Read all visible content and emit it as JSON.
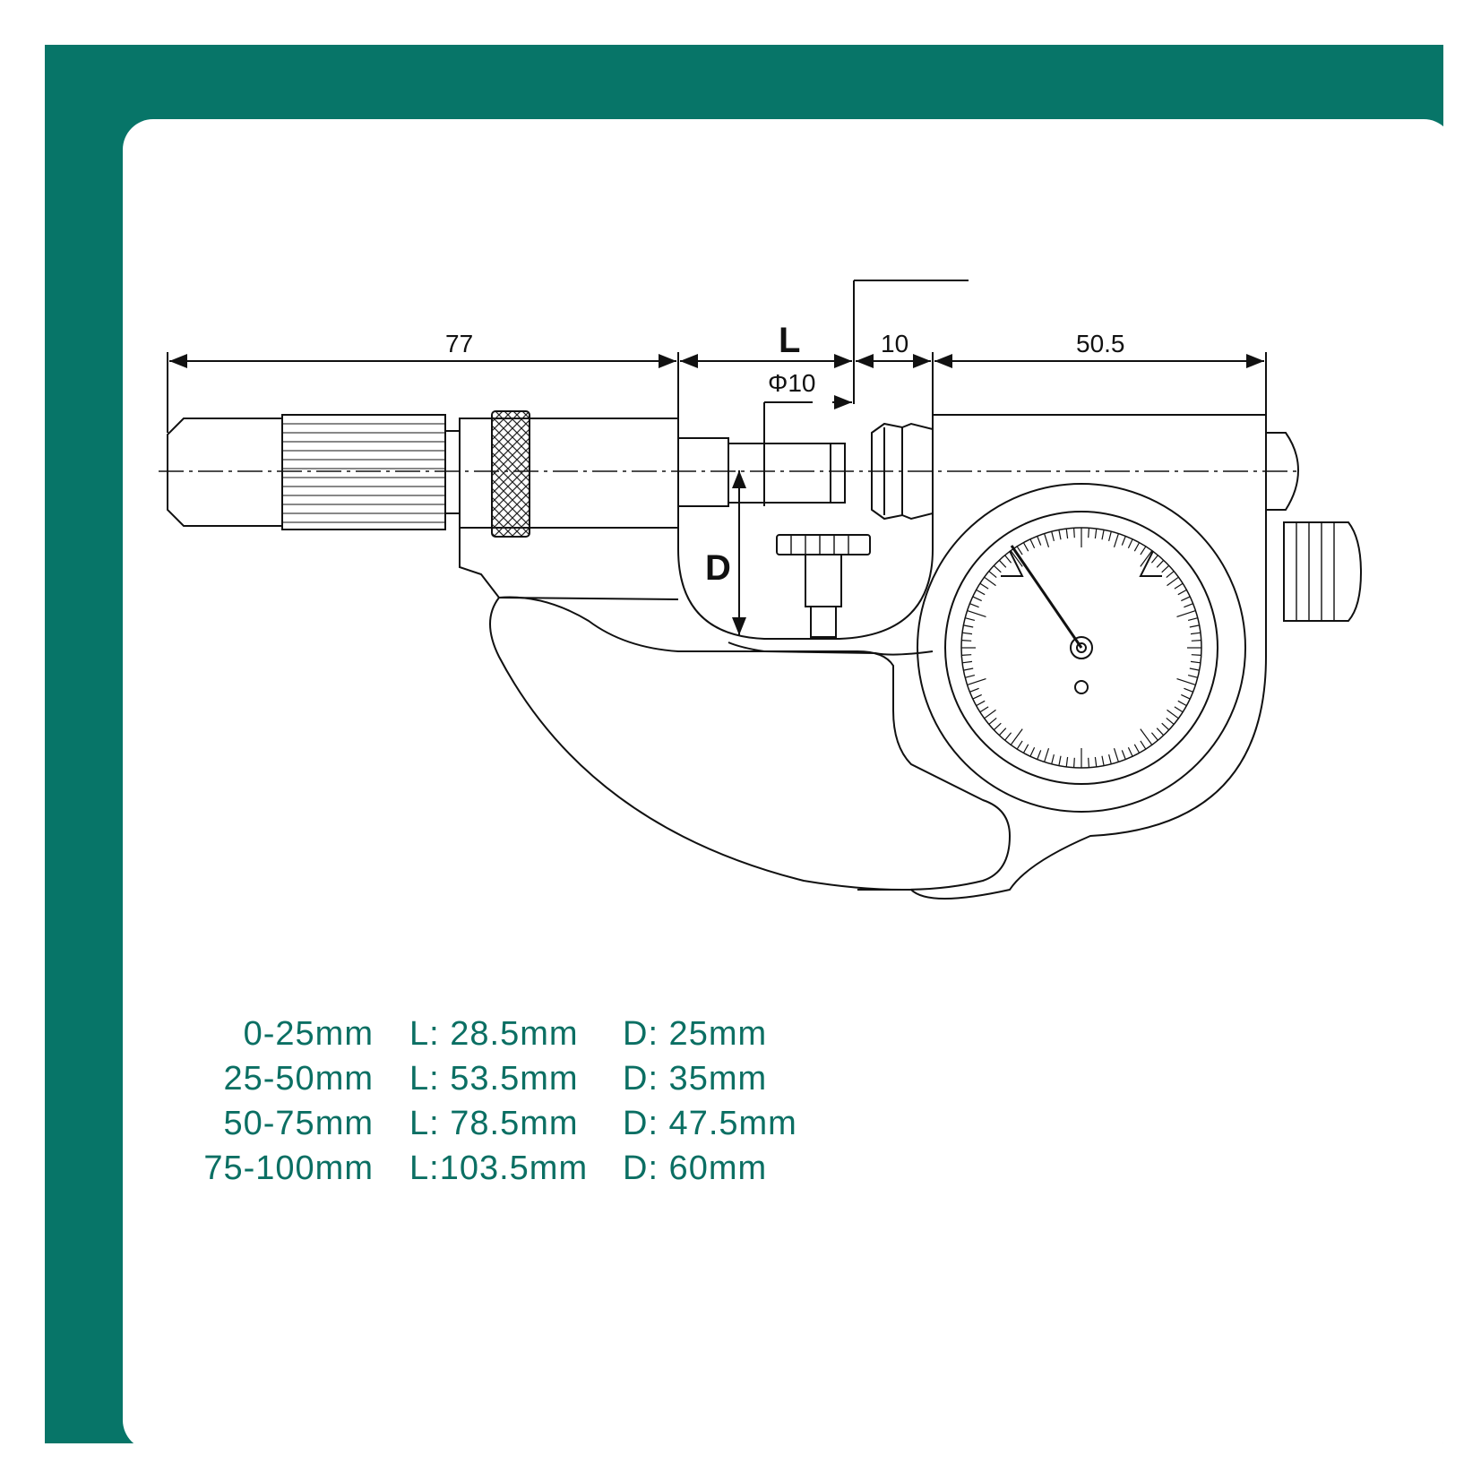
{
  "drawing": {
    "dimensions": {
      "overall_left": "77",
      "length": "L",
      "diameter": "Φ10",
      "spacing": "10",
      "overall_right": "50.5",
      "depth": "D"
    }
  },
  "specs": [
    {
      "range": "0-25mm",
      "l": "L: 28.5mm",
      "d": "D: 25mm"
    },
    {
      "range": "25-50mm",
      "l": "L: 53.5mm",
      "d": "D: 35mm"
    },
    {
      "range": "50-75mm",
      "l": "L: 78.5mm",
      "d": "D: 47.5mm"
    },
    {
      "range": "75-100mm",
      "l": "L:103.5mm",
      "d": "D: 60mm"
    }
  ],
  "colors": {
    "frame": "#077568",
    "spec_text": "#0b6f63",
    "line": "#111111"
  }
}
